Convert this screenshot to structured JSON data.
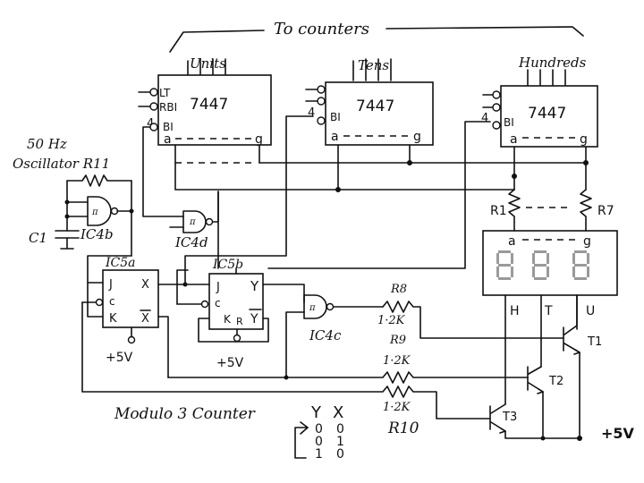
{
  "header": {
    "to_counters": "To counters"
  },
  "decoders": [
    {
      "name": "Units",
      "chip": "7447",
      "pins": {
        "lt": "LT",
        "rbi": "RBI",
        "bi": "BI",
        "four": "4",
        "a": "a",
        "g": "g"
      }
    },
    {
      "name": "Tens",
      "chip": "7447",
      "pins": {
        "four": "4",
        "bi": "BI",
        "a": "a",
        "g": "g"
      }
    },
    {
      "name": "Hundreds",
      "chip": "7447",
      "pins": {
        "four": "4",
        "bi": "BI",
        "a": "a",
        "g": "g"
      }
    }
  ],
  "oscillator": {
    "line1": "50 Hz",
    "line2": "Oscillator R11",
    "cap": "C1",
    "gate": "IC4b"
  },
  "gates": {
    "ic4d": "IC4d",
    "ic4c": "IC4c"
  },
  "flipflops": [
    {
      "name": "IC5a",
      "j": "J",
      "x": "X",
      "c": "c",
      "k": "K",
      "xbar": "X",
      "supply": "+5V"
    },
    {
      "name": "IC5b",
      "j": "J",
      "y": "Y",
      "c": "c",
      "k": "K",
      "r": "R",
      "ybar": "Y",
      "supply": "+5V"
    }
  ],
  "resistors": {
    "r1": "R1",
    "r7": "R7",
    "r8": "R8",
    "r8_value": "1·2K",
    "r9": "R9",
    "r9_value": "1·2K",
    "r10": "R10",
    "r10_value": "1·2K"
  },
  "display": {
    "a": "a",
    "g": "g",
    "labels": [
      "H",
      "T",
      "U"
    ]
  },
  "transistors": {
    "t1": "T1",
    "t2": "T2",
    "t3": "T3"
  },
  "supply_main": "+5V",
  "modulo": {
    "title": "Modulo 3 Counter",
    "headers": [
      "Y",
      "X"
    ],
    "rows": [
      [
        "0",
        "0"
      ],
      [
        "0",
        "1"
      ],
      [
        "1",
        "0"
      ]
    ]
  }
}
